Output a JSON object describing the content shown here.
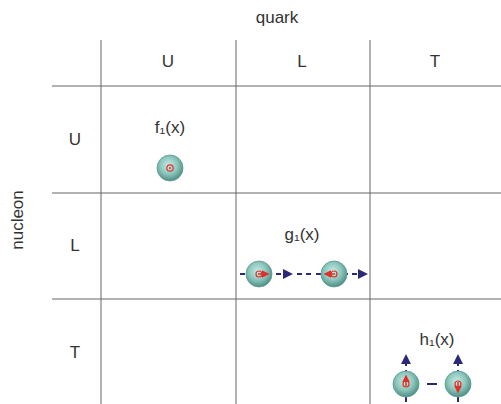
{
  "diagram": {
    "labels": [
      "quark",
      "U",
      "L",
      "T",
      "U",
      "L",
      "T",
      "f₁(x)",
      "g₁(x)",
      "h₁(x)",
      "nucleon"
    ]
  }
}
